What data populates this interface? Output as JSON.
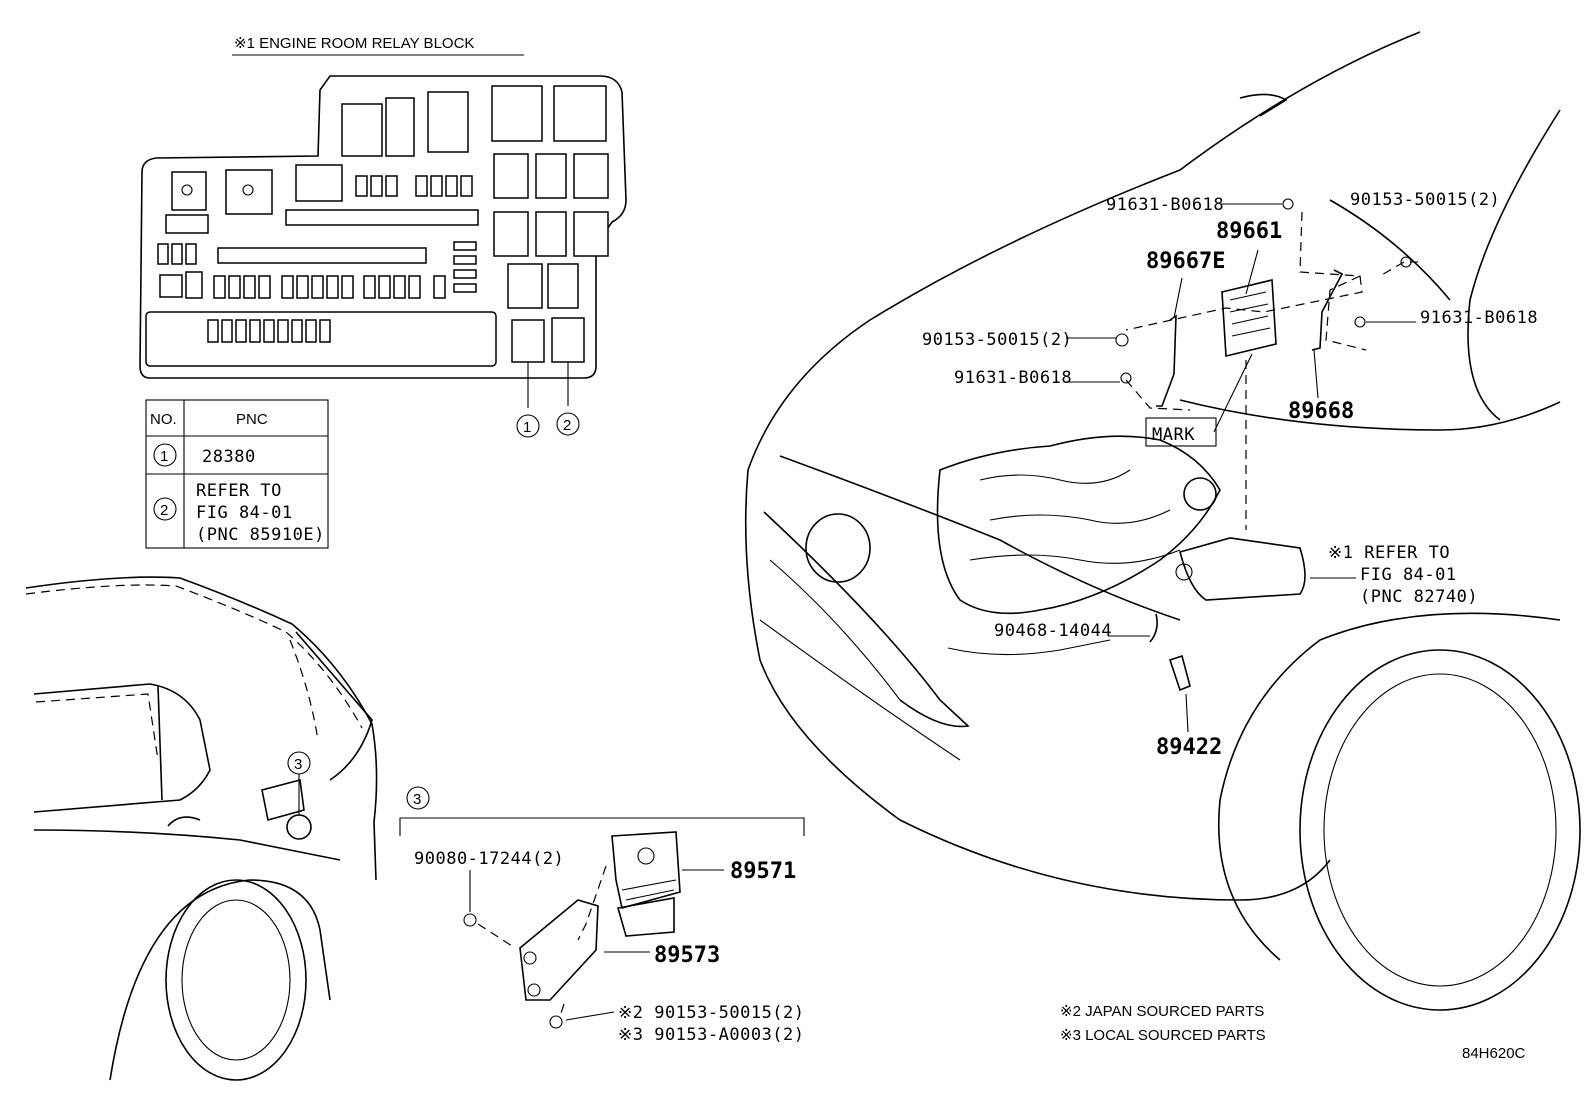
{
  "relay_block": {
    "title": "※1 ENGINE ROOM RELAY BLOCK",
    "callout_1": "1",
    "callout_2": "2"
  },
  "pnc_table": {
    "header_no": "NO.",
    "header_pnc": "PNC",
    "rows": [
      {
        "no": "1",
        "pnc_lines": [
          "28380"
        ]
      },
      {
        "no": "2",
        "pnc_lines": [
          "REFER TO",
          "FIG 84-01",
          "(PNC 85910E)"
        ]
      }
    ]
  },
  "engine_parts": {
    "p91631_top": "91631-B0618",
    "p90153_right": "90153-50015(2)",
    "p89661": "89661",
    "p89667e": "89667E",
    "p90153_left": "90153-50015(2)",
    "p91631_right": "91631-B0618",
    "p91631_left": "91631-B0618",
    "p89668": "89668",
    "mark": "MARK",
    "refer_lines": [
      "※1 REFER TO",
      "FIG 84-01",
      "(PNC 82740)"
    ],
    "p90468": "90468-14044",
    "p89422": "89422"
  },
  "rear_detail": {
    "callout_3": "3",
    "detail_callout": "3",
    "p90080": "90080-17244(2)",
    "p89571": "89571",
    "p89573": "89573",
    "bolt_japan": "※2 90153-50015(2)",
    "bolt_local": "※3 90153-A0003(2)"
  },
  "notes": {
    "japan": "※2 JAPAN SOURCED PARTS",
    "local": "※3 LOCAL SOURCED PARTS",
    "figure_code": "84H620C"
  }
}
